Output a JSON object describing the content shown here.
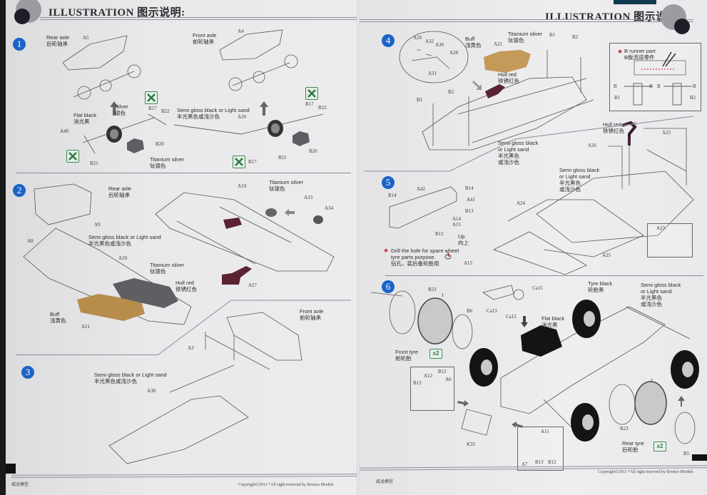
{
  "header": {
    "title_left": "ILLUSTRATION 图示说明:",
    "title_right": "ILLUSTRATION 图示说明:"
  },
  "colors": {
    "step_badge": "#1a64c8",
    "buff": "#c49a5a",
    "hull_red": "#5a2230",
    "titanium_silver": "#6e6e72",
    "flat_black": "#141414",
    "no_paint_green": "#3b8a55",
    "star_red": "#c8202a"
  },
  "steps": [
    {
      "number": "1",
      "labels": {
        "rear_axle": "Rear axle",
        "rear_axle_cn": "后轮轴承",
        "front_axle": "Front axle",
        "front_axle_cn": "前轮轴承",
        "silver": "Silver",
        "silver_cn": "银色",
        "flat_black": "Flat black",
        "flat_black_cn": "消光黑",
        "semi_gloss": "Semi gloss black or Light sand",
        "semi_gloss_cn": "半光黑色或浅沙色",
        "titanium": "Titanium silver",
        "titanium_cn": "钛银色"
      },
      "parts": [
        "A5",
        "A4",
        "B17",
        "B22",
        "A40",
        "B20",
        "B21",
        "A39",
        "B17",
        "B22",
        "B20",
        "B21",
        "B17"
      ]
    },
    {
      "number": "2",
      "labels": {
        "rear_axle": "Rear axle",
        "rear_axle_cn": "后轮轴承",
        "semi_gloss": "Semi gloss black or Light sand",
        "semi_gloss_cn": "半光黑色或浅沙色",
        "titanium_a": "Titanium silver",
        "titanium_a_cn": "钛银色",
        "titanium_b": "Titanium silver",
        "titanium_b_cn": "钛银色",
        "hull_red": "Hull red",
        "hull_red_cn": "铁锈红色",
        "buff": "Buff",
        "buff_cn": "浅黄色"
      },
      "parts": [
        "A9",
        "A8",
        "A20",
        "A21",
        "A10",
        "A33",
        "A34",
        "A27"
      ]
    },
    {
      "number": "3",
      "labels": {
        "front_axle": "Front axle",
        "front_axle_cn": "前轮轴承",
        "semi_gloss": "Semi gloss black or Light sand",
        "semi_gloss_cn": "半光黑色或浅沙色"
      },
      "parts": [
        "A3",
        "A38"
      ]
    },
    {
      "number": "4",
      "labels": {
        "buff": "Buff",
        "buff_cn": "浅黄色",
        "titanium": "Titanium silver",
        "titanium_cn": "钛银色",
        "hull_red": "Hull red",
        "hull_red_cn": "铁锈红色",
        "semi_gloss": "Semi gloss black",
        "semi_gloss_2": "or Light sand",
        "semi_gloss_cn": "半光黑色",
        "semi_gloss_cn_2": "或浅沙色",
        "hull_red_b": "Hull red",
        "hull_red_b_cn": "铁锈红色",
        "semi_gloss_b": "Semi gloss black",
        "semi_gloss_b_2": "or Light sand",
        "semi_gloss_b_cn": "半光黑色",
        "semi_gloss_b_cn_2": "或浅沙色",
        "runner_note": "B runner part",
        "runner_note_cn": "B板流道零件"
      },
      "parts": [
        "A29",
        "A32",
        "A30",
        "A28",
        "A31",
        "A22",
        "B1",
        "B2",
        "B1",
        "B2",
        "A35",
        "A23",
        "A26",
        "B",
        "B",
        "B",
        "B",
        "B1",
        "B2"
      ]
    },
    {
      "number": "5",
      "labels": {
        "up": "Up",
        "up_cn": "向上",
        "drill_note_1": "Drill the hole for spare wheel",
        "drill_note_2": "tyre parts purpose.",
        "drill_note_cn": "钻孔，装后备轮胎用"
      },
      "parts": [
        "B14",
        "A42",
        "B14",
        "A41",
        "B13",
        "A14",
        "A15",
        "B13",
        "A15",
        "A24",
        "A25",
        "A23"
      ]
    },
    {
      "number": "6",
      "labels": {
        "front_tyre": "Front tyre",
        "front_tyre_cn": "前轮胎",
        "front_qty": "x2",
        "rear_tyre": "Rear tyre",
        "rear_tyre_cn": "后轮胎",
        "rear_qty": "x2",
        "flat_black": "Flat black",
        "flat_black_cn": "消光黑",
        "tyre_black": "Tyre black",
        "tyre_black_cn": "轮胎黑",
        "semi_gloss": "Semi gloss black",
        "semi_gloss_2": "or Light sand",
        "semi_gloss_cn": "半光黑色",
        "semi_gloss_cn_2": "或浅沙色"
      },
      "parts": [
        "B23",
        "J",
        "B6",
        "Ca13",
        "Ca12",
        "Ca15",
        "B13",
        "A12",
        "B12",
        "A6",
        "K35",
        "A11",
        "A7",
        "B13",
        "B12",
        "B23",
        "J",
        "B5"
      ]
    }
  ],
  "footer": {
    "brand_left": "威龙模型",
    "copyright_left": "Copyright©2011  *All right reserved by Bronco Models",
    "brand_right": "威龙模型",
    "copyright_right": "Copyright©2011  *All right reserved by Bronco Models"
  }
}
